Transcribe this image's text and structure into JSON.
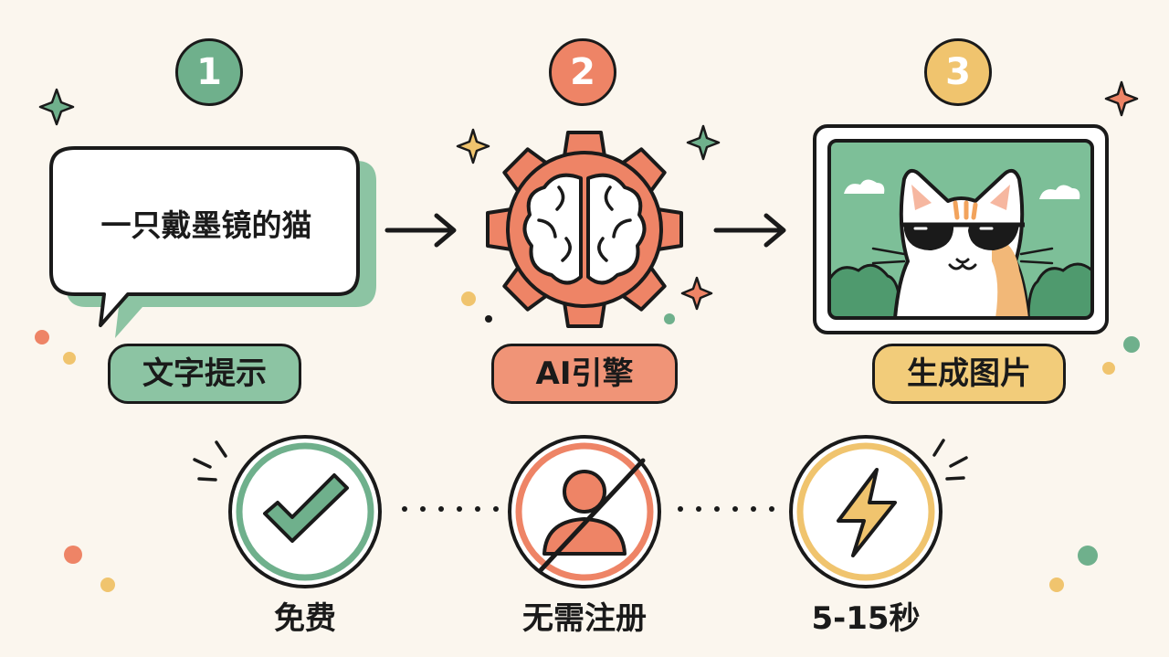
{
  "steps": [
    {
      "number": "1",
      "label": "文字提示",
      "color": "#6fb08c",
      "pill_color": "#8cc4a3"
    },
    {
      "number": "2",
      "label": "AI引擎",
      "color": "#ee8466",
      "pill_color": "#f09477"
    },
    {
      "number": "3",
      "label": "生成图片",
      "color": "#f0c46e",
      "pill_color": "#f2cc7a"
    }
  ],
  "prompt_bubble": {
    "text": "一只戴墨镜的猫"
  },
  "features": [
    {
      "label": "免费",
      "icon": "check-icon",
      "color": "#6fb08c"
    },
    {
      "label": "无需注册",
      "icon": "no-user-icon",
      "color": "#ee8466"
    },
    {
      "label": "5-15秒",
      "icon": "lightning-icon",
      "color": "#f0c46e"
    }
  ],
  "colors": {
    "background": "#fbf6ee",
    "outline": "#1a1a1a",
    "green": "#6fb08c",
    "coral": "#ee8466",
    "yellow": "#f0c46e"
  }
}
